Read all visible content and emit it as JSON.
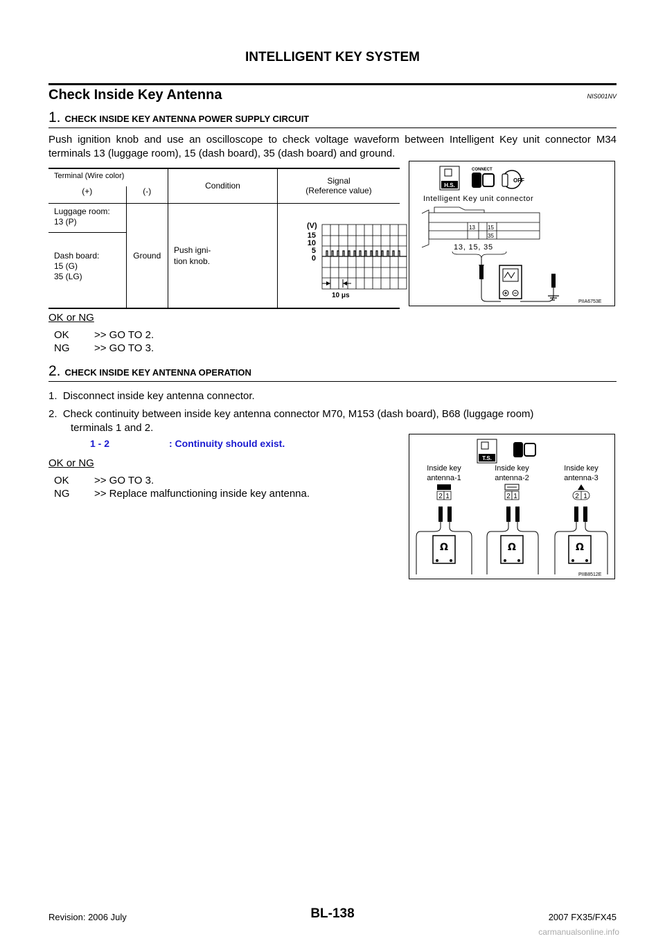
{
  "header": {
    "title": "INTELLIGENT KEY SYSTEM"
  },
  "section": {
    "title": "Check Inside Key Antenna",
    "id": "NIS001NV"
  },
  "step1": {
    "number": "1.",
    "title": "CHECK INSIDE KEY ANTENNA POWER SUPPLY CIRCUIT",
    "text": "Push ignition knob and use an oscilloscope to check voltage waveform between Intelligent Key unit connector M34 terminals 13 (luggage room), 15 (dash board), 35 (dash board) and ground.",
    "table": {
      "header_terminal": "Terminal (Wire color)",
      "header_plus": "(+)",
      "header_minus": "(-)",
      "header_condition": "Condition",
      "header_signal_1": "Signal",
      "header_signal_2": "(Reference value)",
      "row1_plus_1": "Luggage room:",
      "row1_plus_2": "13 (P)",
      "row2_plus_1": "Dash board:",
      "row2_plus_2": "15 (G)",
      "row2_plus_3": "35 (LG)",
      "minus": "Ground",
      "condition_1": "Push igni-",
      "condition_2": "tion knob."
    },
    "waveform": {
      "unit": "(V)",
      "y_ticks": [
        "15",
        "10",
        "5",
        "0"
      ],
      "time_scale": "10 μs",
      "figure_id": "SIIA1910J"
    },
    "connector_figure": {
      "title": "Intelligent Key unit connector",
      "badge_hs": "H.S.",
      "badge_connect": "CONNECT",
      "badge_off": "OFF",
      "pin_13": "13",
      "pin_15": "15",
      "pin_35": "35",
      "pins_label": "13, 15, 35",
      "figure_id": "PIIA6753E"
    },
    "okng_label": "OK or NG",
    "result_ok_key": "OK",
    "result_ok": ">> GO TO 2.",
    "result_ng_key": "NG",
    "result_ng": ">> GO TO 3."
  },
  "step2": {
    "number": "2.",
    "title": "CHECK INSIDE KEY ANTENNA OPERATION",
    "item1": "1.  Disconnect inside key antenna connector.",
    "item2a": "2.  Check continuity between inside key antenna connector M70, M153 (dash board), B68 (luggage room)",
    "item2b": "terminals 1 and 2.",
    "note_pins": "1 - 2",
    "note_text": ": Continuity should exist.",
    "okng_label": "OK or NG",
    "result_ok_key": "OK",
    "result_ok": ">> GO TO 3.",
    "result_ng_key": "NG",
    "result_ng": ">> Replace malfunctioning inside key antenna.",
    "antenna_figure": {
      "badge_ts": "T.S.",
      "antenna1_a": "Inside key",
      "antenna1_b": "antenna-1",
      "antenna2_a": "Inside key",
      "antenna2_b": "antenna-2",
      "antenna3_a": "Inside key",
      "antenna3_b": "antenna-3",
      "pin2": "2",
      "pin1": "1",
      "ohm": "Ω",
      "figure_id": "PIIB8512E"
    }
  },
  "footer": {
    "revision": "Revision: 2006 July",
    "page": "BL-138",
    "model": "2007 FX35/FX45",
    "watermark": "carmanualsonline.info"
  }
}
